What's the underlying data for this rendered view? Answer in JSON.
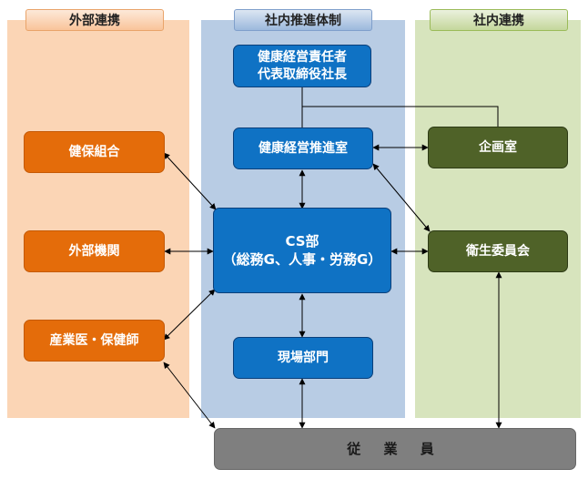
{
  "columns": {
    "external": {
      "header": "外部連携"
    },
    "internal_system": {
      "header": "社内推進体制"
    },
    "internal": {
      "header": "社内連携"
    }
  },
  "nodes": {
    "ceo": {
      "line1": "健康経営責任者",
      "line2": "代表取締役社長"
    },
    "promotion_office": {
      "label": "健康経営推進室"
    },
    "planning": {
      "label": "企画室"
    },
    "health_insurance": {
      "label": "健保組合"
    },
    "external_orgs": {
      "label": "外部機関"
    },
    "occupational_doctor": {
      "label": "産業医・保健師"
    },
    "cs_dept": {
      "line1": "CS部",
      "line2": "（総務G、人事・労務G）"
    },
    "health_committee": {
      "label": "衛生委員会"
    },
    "field_dept": {
      "label": "現場部門"
    },
    "employees": {
      "label": "従 業 員"
    }
  },
  "colors": {
    "external_bg": "#fbd5b5",
    "internal_system_bg": "#b8cce4",
    "internal_bg": "#d7e4bd",
    "orange_box": "#e46c0a",
    "blue_box": "#0f72c4",
    "green_box": "#4f6228",
    "gray_box": "#7f7f7f"
  }
}
